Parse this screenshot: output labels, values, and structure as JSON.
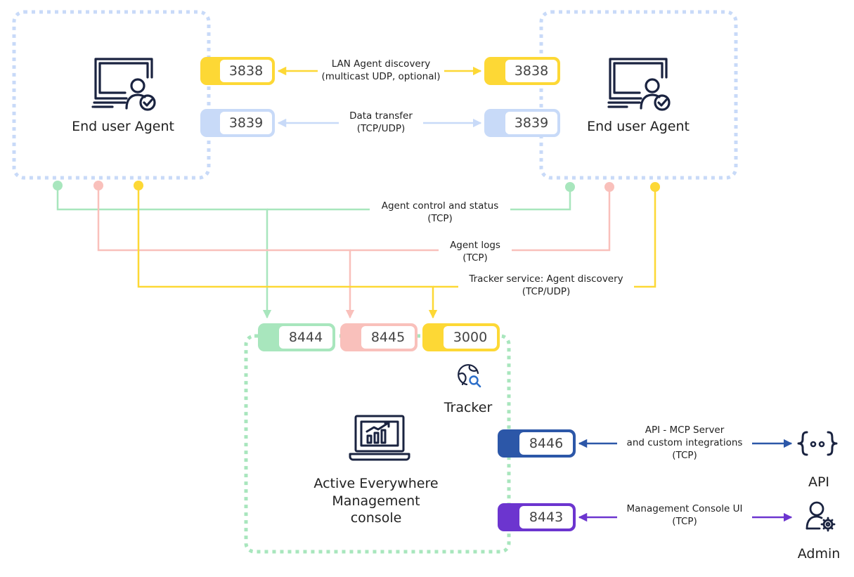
{
  "agent_left": {
    "title": "End user Agent"
  },
  "agent_right": {
    "title": "End user Agent"
  },
  "ports": {
    "left_3838": "3838",
    "left_3839": "3839",
    "right_3838": "3838",
    "right_3839": "3839",
    "mc_8444": "8444",
    "mc_8445": "8445",
    "mc_3000": "3000",
    "mc_8446": "8446",
    "mc_8443": "8443"
  },
  "connections": {
    "lan_discovery": [
      "LAN Agent discovery",
      "(multicast UDP, optional)"
    ],
    "data_transfer": [
      "Data transfer",
      "(TCP/UDP)"
    ],
    "control": [
      "Agent control and status",
      "(TCP)"
    ],
    "logs": [
      "Agent logs",
      "(TCP)"
    ],
    "tracker": [
      "Tracker service: Agent discovery",
      "(TCP/UDP)"
    ],
    "api": [
      "API - MCP Server",
      "and custom integrations",
      "(TCP)"
    ],
    "console": [
      "Management Console UI",
      "(TCP)"
    ]
  },
  "tracker_label": "Tracker",
  "management": [
    "Active Everywhere",
    "Management",
    "console"
  ],
  "api_label": "API",
  "admin_label": "Admin",
  "colors": {
    "yellow": "#fdd835",
    "blue_light": "#c8daf8",
    "green": "#a8e6bd",
    "pink": "#f9c0bb",
    "dark_blue": "#2c57a8",
    "purple": "#6c35cf",
    "icon": "#1a2340"
  },
  "icons": [
    "computer-user-check-icon",
    "globe-search-icon",
    "laptop-chart-icon",
    "api-braces-icon",
    "admin-gear-icon"
  ]
}
